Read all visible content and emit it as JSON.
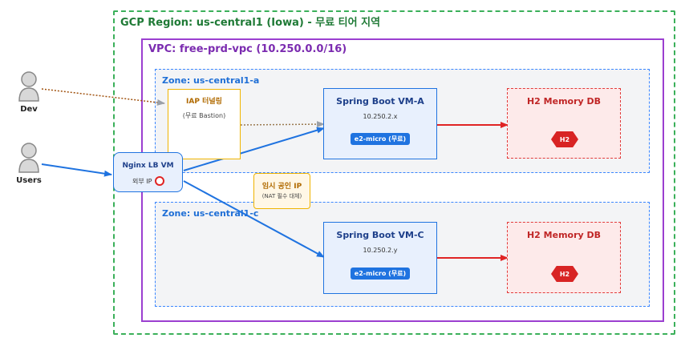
{
  "region": {
    "title": "GCP Region: us-central1 (Iowa) - 무료 티어 지역"
  },
  "vpc": {
    "title": "VPC: free-prd-vpc (10.250.0.0/16)"
  },
  "zone_a": {
    "title": "Zone: us-central1-a"
  },
  "zone_c": {
    "title": "Zone: us-central1-c"
  },
  "actors": {
    "dev": "Dev",
    "users": "Users"
  },
  "iap": {
    "title": "IAP 터널링",
    "subtitle": "(무료 Bastion)"
  },
  "nginx": {
    "title": "Nginx LB VM",
    "ip_label": "외부 IP"
  },
  "public_ip": {
    "title": "임시 공인 IP",
    "subtitle": "(NAT 필수 대체)"
  },
  "vm_a": {
    "title": "Spring Boot VM-A",
    "ip": "10.250.2.x",
    "badge": "e2-micro (무료)"
  },
  "vm_c": {
    "title": "Spring Boot VM-C",
    "ip": "10.250.2.y",
    "badge": "e2-micro (무료)"
  },
  "db_a": {
    "title": "H2 Memory DB",
    "chip": "H2"
  },
  "db_c": {
    "title": "H2 Memory DB",
    "chip": "H2"
  },
  "colors": {
    "region_border": "#3bb05a",
    "vpc_border": "#9b3fd0",
    "zone_border": "#3a86ff",
    "vm_border": "#1f73e0",
    "db_border": "#e23a3a",
    "iap_border": "#f0b400",
    "arrow_blue": "#1f73e0",
    "arrow_red": "#e02424",
    "arrow_dev": "#a0520f",
    "arrow_iap": "#9a7a50"
  },
  "icons": {
    "actor": "user-icon",
    "external_ip_marker": "circle-icon",
    "db_chip": "hexagon-icon"
  }
}
